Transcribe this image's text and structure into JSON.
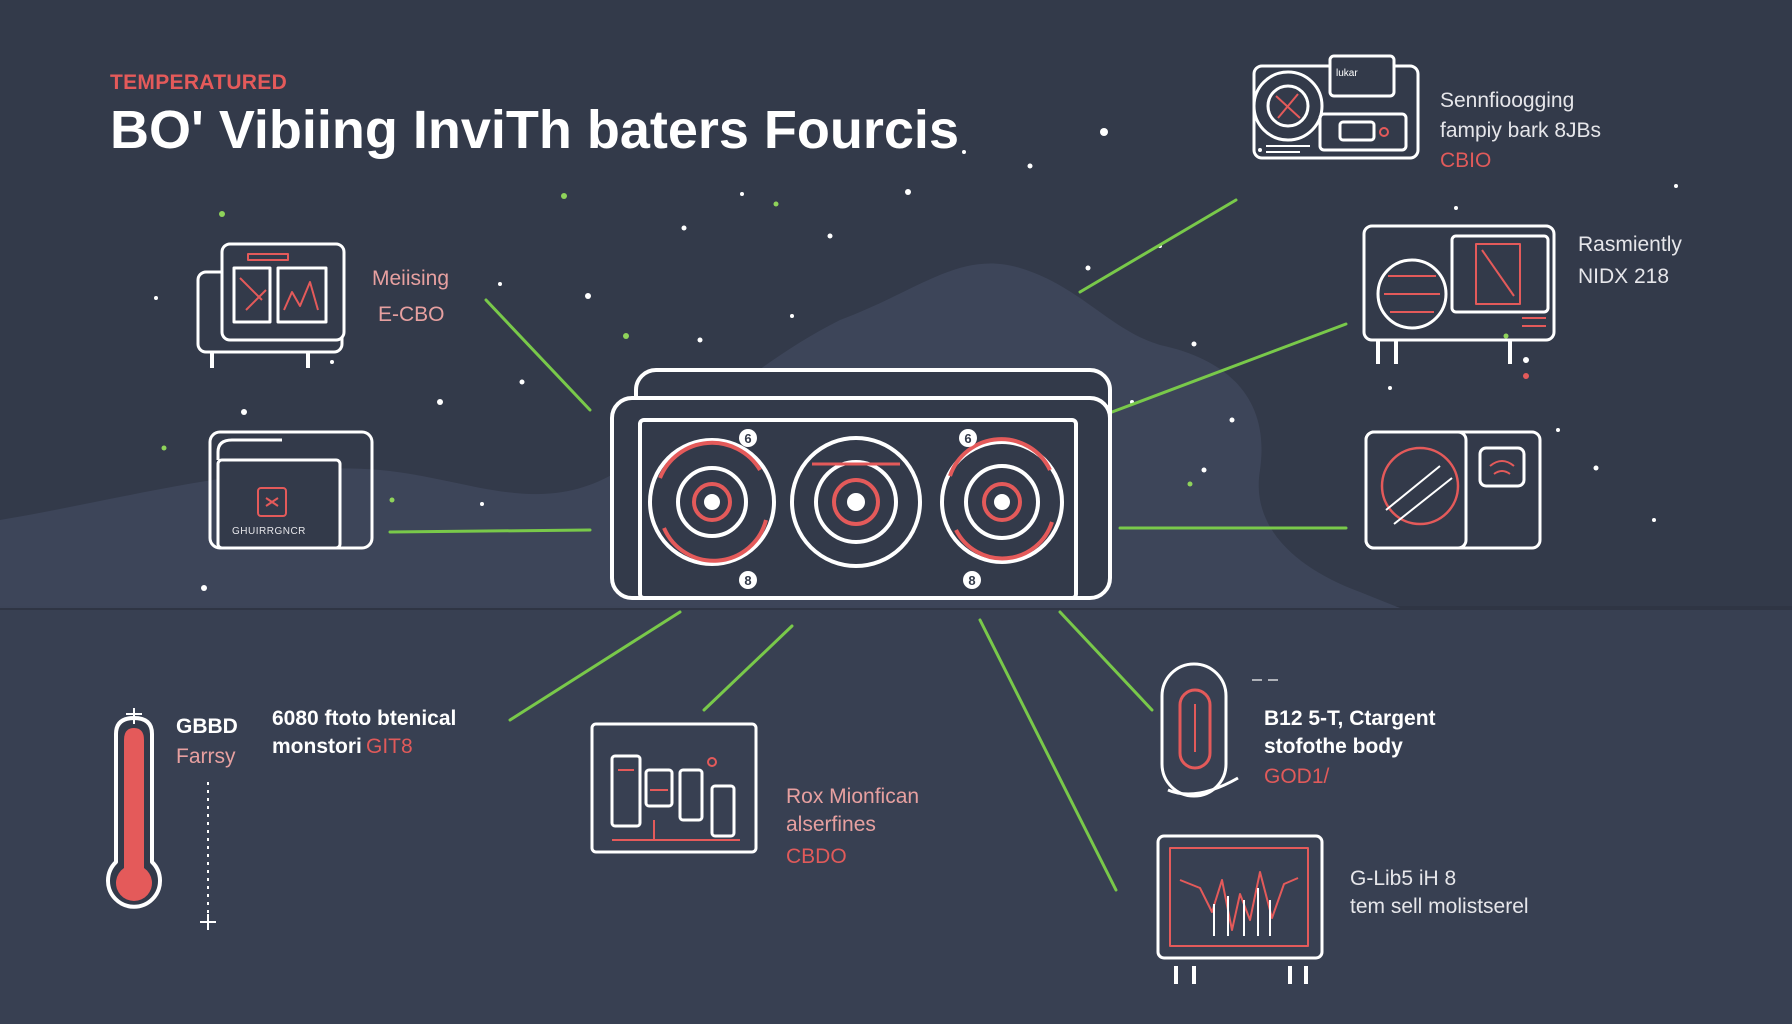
{
  "header": {
    "kicker": "TEMPERATURED",
    "title": "BO' Vibiing InviTh baters Fourcis"
  },
  "callouts": {
    "top_left": {
      "line1": "Meiising",
      "line2": "E-CBO"
    },
    "top_right": {
      "line1": "Sennfioogging",
      "line2": "fampiy bark 8JBs",
      "line3": "CBIO"
    },
    "right_upper": {
      "line1": "Rasmiently",
      "line2": "NIDX 218"
    },
    "therm": {
      "line1": "GBBD",
      "line2": "Farrsy"
    },
    "bottom_left": {
      "line1": "6080 ftoto btenical",
      "line2": "monstori",
      "line2b": "GIT8"
    },
    "bottom_center": {
      "line1": "Rox Mionfican",
      "line2": "alserfines",
      "line3": "CBDO"
    },
    "bottom_right_a": {
      "line1": "B12 5-T, Ctargent",
      "line2": "stofothe body",
      "line3": "GOD1/"
    },
    "bottom_right_b": {
      "line1": "G-Lib5 iH 8",
      "line2": "tem sell molistserel"
    }
  },
  "device": {
    "dial_numbers": [
      "6",
      "6",
      "8",
      "8"
    ]
  },
  "icons": {
    "left_top": "electrical-panel-icon",
    "left_mid": "server-box-icon",
    "left_mid_label": "GHUIRRGNCR",
    "top_right": "projector-device-icon",
    "top_right_tag": "lukar",
    "right_upper": "monitor-unit-icon",
    "right_mid": "sensor-camera-icon",
    "bottom_center": "machinery-icon",
    "bottom_right_a": "capsule-sensor-icon",
    "bottom_right_b": "waveform-monitor-icon",
    "thermometer": "thermometer-icon"
  },
  "colors": {
    "background": "#333a4a",
    "line": "#ffffff",
    "accent_red": "#e45a5a",
    "connector_green": "#79c94a"
  }
}
